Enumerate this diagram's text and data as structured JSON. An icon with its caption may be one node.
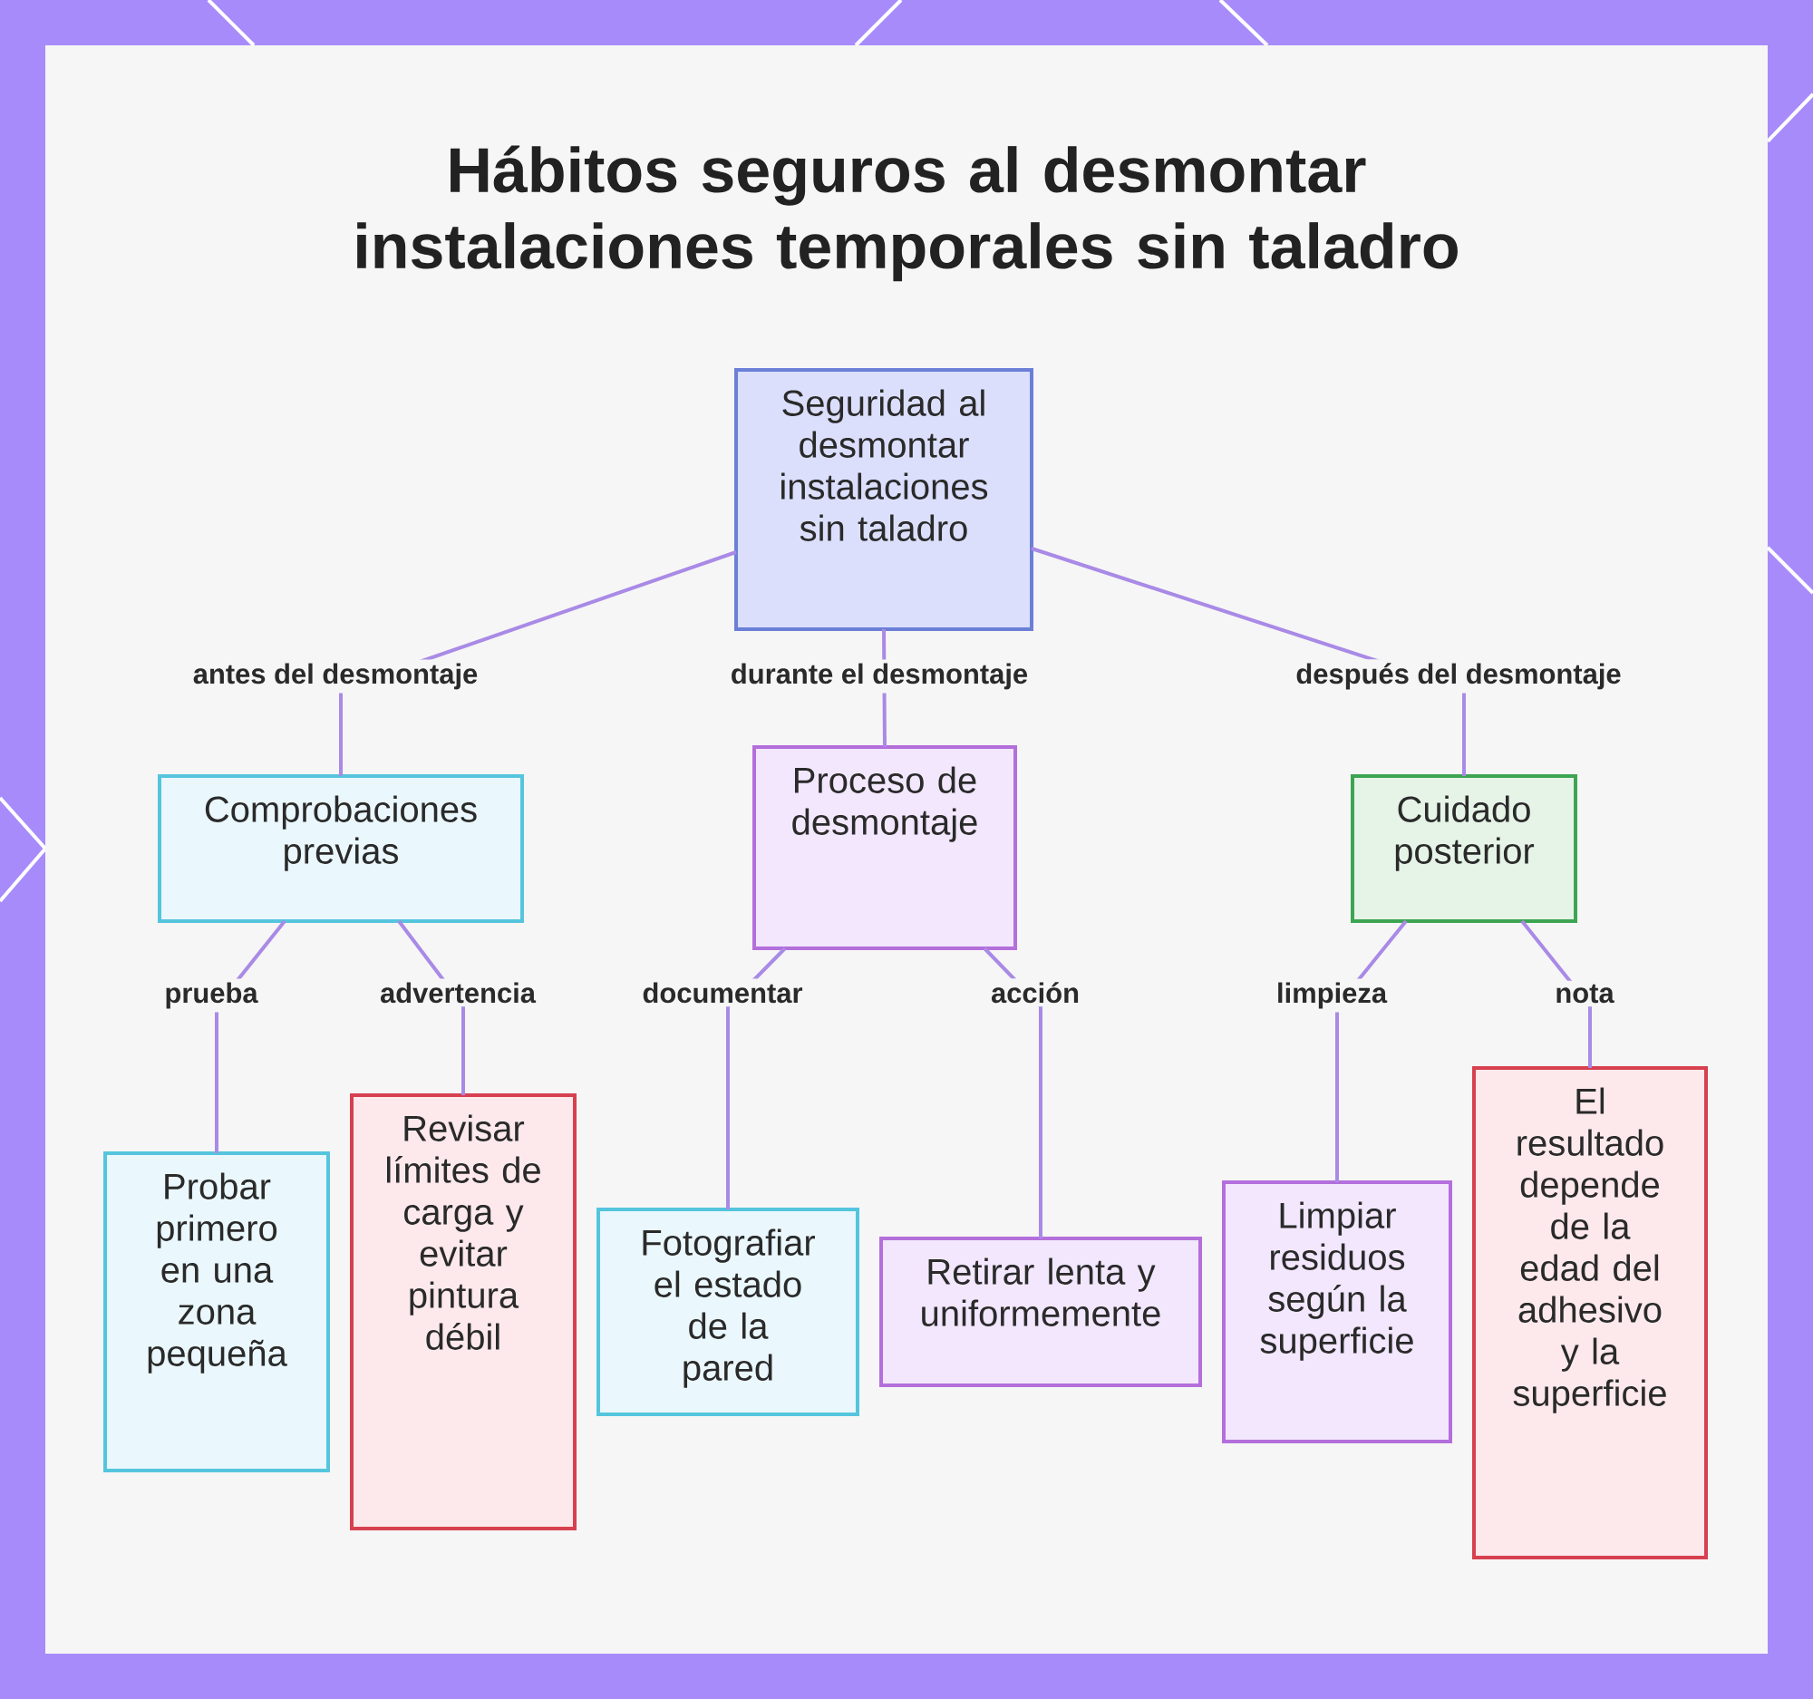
{
  "diagram": {
    "title": "Hábitos seguros al desmontar instalaciones temporales sin taladro",
    "nodes": [
      {
        "text": [
          "Seguridad al desmontar instalaciones sin taladro"
        ]
      },
      {
        "text": [
          "Comprobaciones previas"
        ]
      },
      {
        "text": [
          "Proceso de desmontaje"
        ]
      },
      {
        "text": [
          "Cuidado posterior"
        ]
      },
      {
        "text": [
          "Probar primero en una zona pequeña"
        ]
      },
      {
        "text": [
          "Revisar límites de carga y evitar pintura débil"
        ]
      },
      {
        "text": [
          "Fotografiar el estado de la pared"
        ]
      },
      {
        "text": [
          "Retirar lenta y uniformemente"
        ]
      },
      {
        "text": [
          "Limpiar residuos según la superficie"
        ]
      },
      {
        "text": [
          "El resultado depende de la edad del adhesivo y la superficie"
        ]
      }
    ],
    "edges": [
      {
        "from": 0,
        "to": 1,
        "arrow": "none",
        "label": "antes del desmontaje"
      },
      {
        "from": 0,
        "to": 2,
        "arrow": "none",
        "label": "durante el desmontaje"
      },
      {
        "from": 0,
        "to": 3,
        "arrow": "none",
        "label": "después del desmontaje"
      },
      {
        "from": 1,
        "to": 4,
        "arrow": "none",
        "label": "prueba"
      },
      {
        "from": 1,
        "to": 5,
        "arrow": "none",
        "label": "advertencia"
      },
      {
        "from": 2,
        "to": 6,
        "arrow": "none",
        "label": "documentar"
      },
      {
        "from": 2,
        "to": 7,
        "arrow": "none",
        "label": "acción"
      },
      {
        "from": 3,
        "to": 8,
        "arrow": "none",
        "label": "limpieza"
      },
      {
        "from": 3,
        "to": 9,
        "arrow": "none",
        "label": "nota"
      }
    ]
  }
}
